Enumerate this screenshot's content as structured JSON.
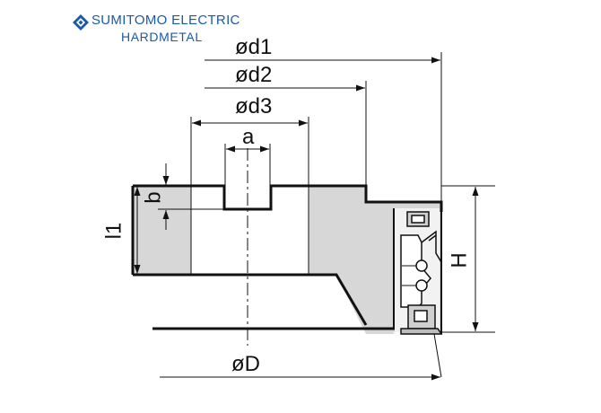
{
  "logo": {
    "line1": "SUMITOMO ELECTRIC",
    "line2": "HARDMETAL",
    "brand_color": "#1b5aa8"
  },
  "dimensions": {
    "d1": "ød1",
    "d2": "ød2",
    "d3": "ød3",
    "a": "a",
    "b": "b",
    "l1": "l1",
    "H": "H",
    "D": "øD"
  },
  "colors": {
    "fill": "#d6d6d6",
    "outline": "#111111"
  }
}
